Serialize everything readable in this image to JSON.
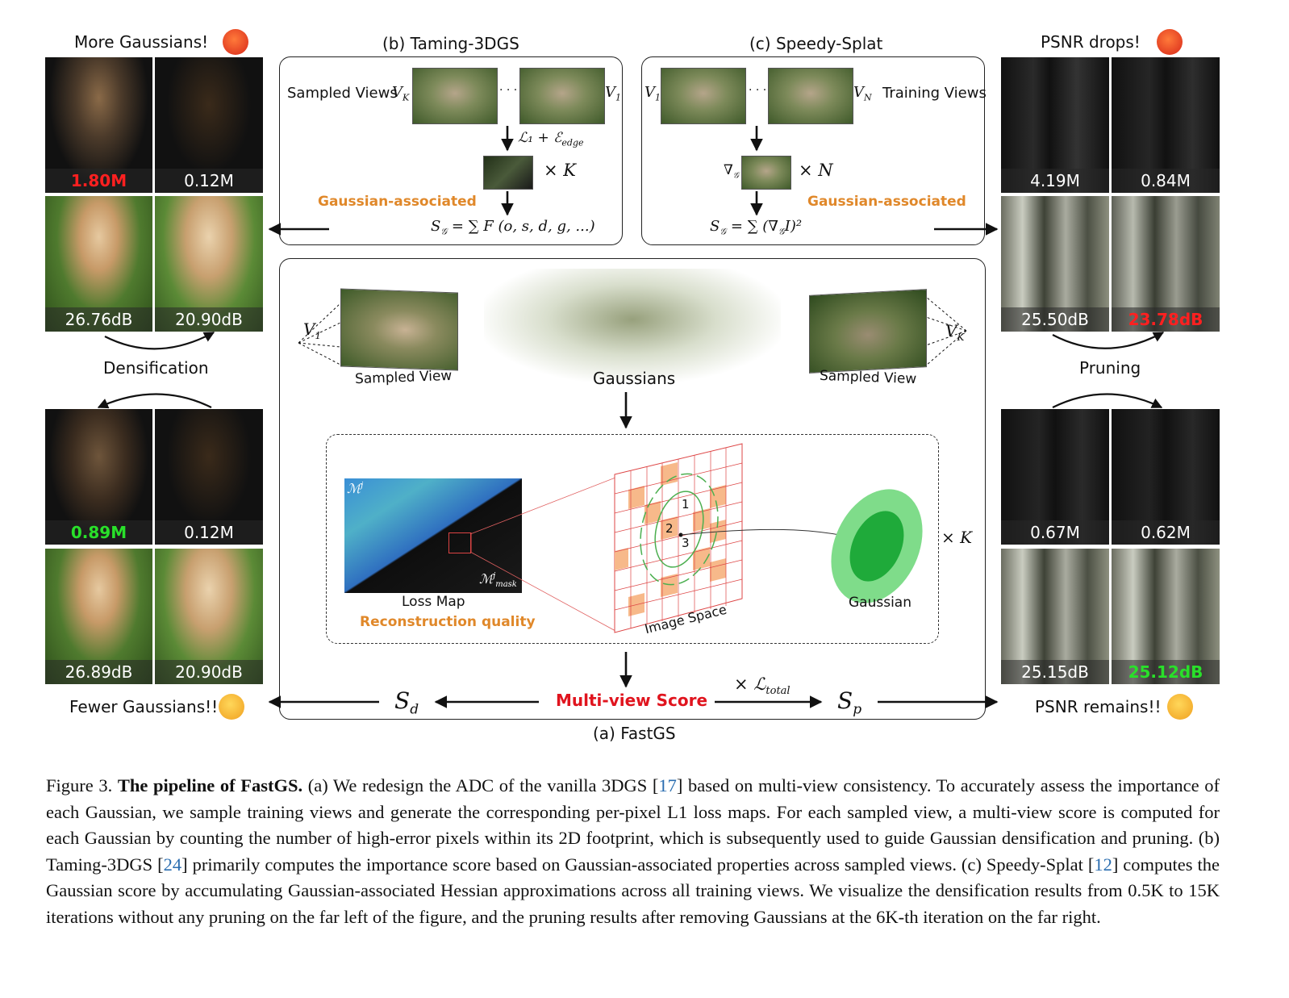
{
  "left": {
    "top_label": "More Gaussians!",
    "densification": "Densification",
    "bottom_label": "Fewer Gaussians!!",
    "grid_top": [
      "1.80M",
      "0.12M",
      "26.76dB",
      "20.90dB"
    ],
    "grid_bottom": [
      "0.89M",
      "0.12M",
      "26.89dB",
      "20.90dB"
    ]
  },
  "right": {
    "top_label": "PSNR drops!",
    "pruning": "Pruning",
    "bottom_label": "PSNR remains!!",
    "grid_top": [
      "4.19M",
      "0.84M",
      "25.50dB",
      "23.78dB"
    ],
    "grid_bottom": [
      "0.67M",
      "0.62M",
      "25.15dB",
      "25.12dB"
    ]
  },
  "panel_b": {
    "title": "(b) Taming-3DGS",
    "sampled_views": "Sampled Views",
    "loss": "ℒ₁ + ℰ",
    "loss_sub": "edge",
    "times": "× K",
    "assoc": "Gaussian-associated",
    "score": "= ∑ F (o,  s,  d,  g,  ...)",
    "v_k": "V",
    "v_k_sub": "K",
    "v_1": "V",
    "v_1_sub": "1",
    "dots": "· · ·"
  },
  "panel_c": {
    "title": "(c) Speedy-Splat",
    "training_views": "Training Views",
    "grad": "∇",
    "times": "× N",
    "assoc": "Gaussian-associated",
    "score": "= ∑ (∇",
    "score_tail": "I)²",
    "v_1": "V",
    "v_1_sub": "1",
    "v_n": "V",
    "v_n_sub": "N",
    "dots": "· · ·"
  },
  "panel_a": {
    "title": "(a) FastGS",
    "v1": "V",
    "v1_sub": "1",
    "vk": "V",
    "vk_sub": "K",
    "sampled_view_left": "Sampled View",
    "sampled_view_right": "Sampled View",
    "gaussians": "Gaussians",
    "m_j": "ℳ",
    "m_j_sup": "j",
    "m_mask": "ℳ",
    "m_mask_sup": "j",
    "m_mask_sub": "mask",
    "loss_map": "Loss Map",
    "recon": "Reconstruction quality",
    "image_space": "Image Space",
    "gaussian": "Gaussian",
    "times_k": "× K",
    "mv_score": "Multi-view Score",
    "s_d": "S",
    "s_d_sub": "d",
    "s_p": "S",
    "s_p_sub": "p",
    "ltotal": "× ℒ",
    "ltotal_sub": "total",
    "cells": [
      "1",
      "2",
      "3"
    ]
  },
  "caption": {
    "fig": "Figure 3.",
    "bold": "The pipeline of FastGS.",
    "p1": "(a) We redesign the ADC of the vanilla 3DGS [",
    "r1": "17",
    "p2": "] based on multi-view consistency. To accurately assess the importance of each Gaussian, we sample training views and generate the corresponding per-pixel L1 loss maps. For each sampled view, a multi-view score is computed for each Gaussian by counting the number of high-error pixels within its 2D footprint, which is subsequently used to guide Gaussian densification and pruning. (b) Taming-3DGS [",
    "r2": "24",
    "p3": "] primarily computes the importance score based on Gaussian-associated properties across sampled views. (c) Speedy-Splat [",
    "r3": "12",
    "p4": "] computes the Gaussian score by accumulating Gaussian-associated Hessian approximations across all training views. We visualize the densification results from 0.5K to 15K iterations without any pruning on the far left of the figure, and the pruning results after removing Gaussians at the 6K-th iteration on the far right."
  },
  "colors": {
    "accent_orange": "#e0882a",
    "red": "#e0141e",
    "green": "#29e02a"
  }
}
